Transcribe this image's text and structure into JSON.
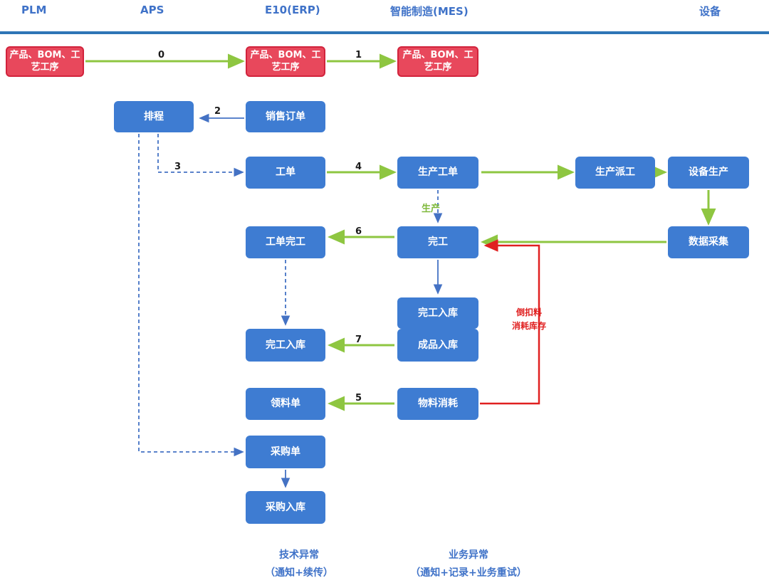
{
  "header": {
    "plm": "PLM",
    "aps": "APS",
    "erp": "E10(ERP)",
    "mes": "智能制造(MES)",
    "device": "设备"
  },
  "boxes": {
    "plm_bom": "产品、BOM、工艺工序",
    "erp_bom": "产品、BOM、工艺工序",
    "mes_bom": "产品、BOM、工艺工序",
    "aps_plan": "排程",
    "erp_sales_order": "销售订单",
    "erp_work_order": "工单",
    "erp_work_complete": "工单完工",
    "erp_complete_in": "完工入库",
    "erp_material_req": "领料单",
    "erp_purchase_order": "采购单",
    "erp_purchase_in": "采购入库",
    "mes_work_order": "生产工单",
    "mes_complete": "完工",
    "mes_complete_in": "完工入库",
    "mes_product_in": "成品入库",
    "mes_material_consume": "物料消耗",
    "dev_dispatch": "生产派工",
    "dev_production": "设备生产",
    "dev_data_collect": "数据采集"
  },
  "arrow_labels": {
    "n0": "0",
    "n1": "1",
    "n2": "2",
    "n3": "3",
    "n4": "4",
    "n5": "5",
    "n6": "6",
    "n7": "7",
    "production": "生产"
  },
  "annotations": {
    "backflush_line1": "倒扣料",
    "backflush_line2": "消耗库存",
    "tech_exception_title": "技术异常",
    "tech_exception_sub": "（通知+续传）",
    "biz_exception_title": "业务异常",
    "biz_exception_sub": "（通知+记录+业务重试）"
  },
  "colors": {
    "box_blue": "#3E7CD2",
    "box_red": "#E8485C",
    "box_red_border": "#D2233C",
    "arrow_green": "#8EC641",
    "line_blue": "#4472C4",
    "line_red": "#E02020",
    "header_blue": "#3F72C8",
    "divider_blue": "#2E75B6"
  }
}
